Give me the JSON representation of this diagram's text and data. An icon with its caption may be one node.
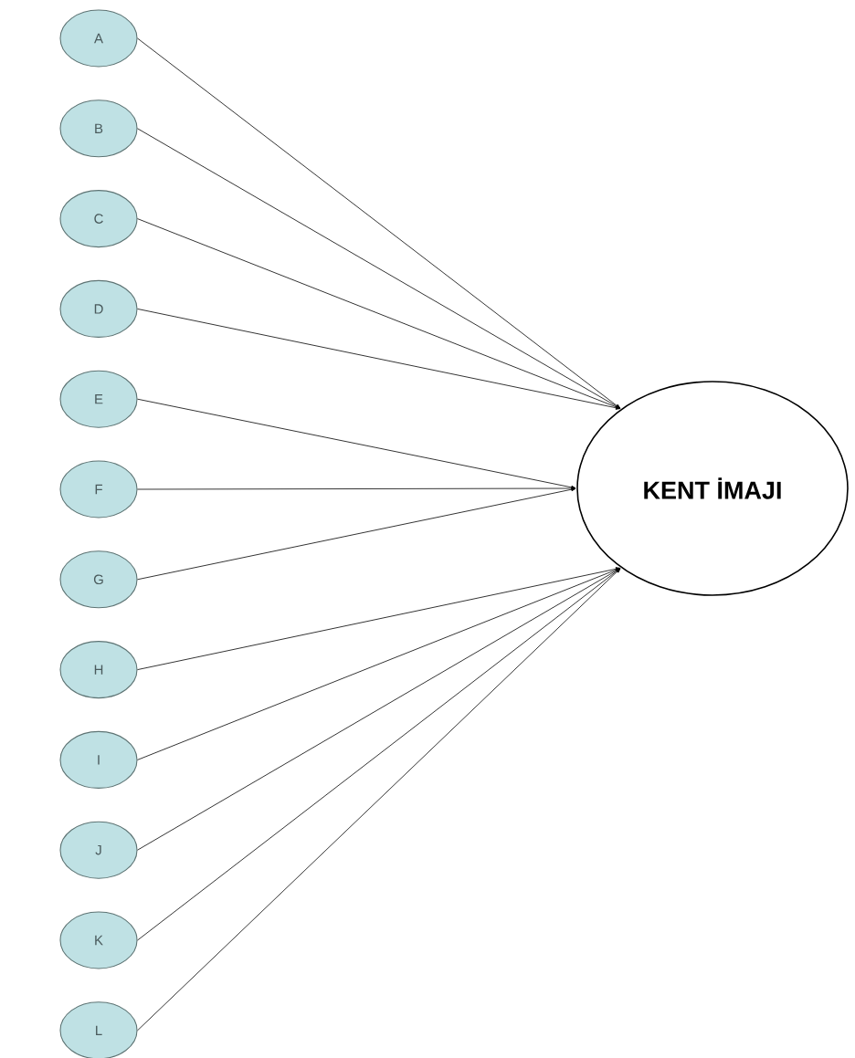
{
  "diagram": {
    "nodes": [
      {
        "text": [
          "A"
        ]
      },
      {
        "text": [
          "B"
        ]
      },
      {
        "text": [
          "C"
        ]
      },
      {
        "text": [
          "D"
        ]
      },
      {
        "text": [
          "E"
        ]
      },
      {
        "text": [
          "F"
        ]
      },
      {
        "text": [
          "G"
        ]
      },
      {
        "text": [
          "H"
        ]
      },
      {
        "text": [
          "I"
        ]
      },
      {
        "text": [
          "J"
        ]
      },
      {
        "text": [
          "K"
        ]
      },
      {
        "text": [
          "L"
        ]
      },
      {
        "text": [
          "KENT İMAJI"
        ]
      }
    ],
    "edges": [
      {
        "from": 0,
        "to": 12,
        "arrow": "to"
      },
      {
        "from": 1,
        "to": 12,
        "arrow": "to"
      },
      {
        "from": 2,
        "to": 12,
        "arrow": "to"
      },
      {
        "from": 3,
        "to": 12,
        "arrow": "to"
      },
      {
        "from": 4,
        "to": 12,
        "arrow": "to"
      },
      {
        "from": 5,
        "to": 12,
        "arrow": "to"
      },
      {
        "from": 6,
        "to": 12,
        "arrow": "to"
      },
      {
        "from": 7,
        "to": 12,
        "arrow": "to"
      },
      {
        "from": 8,
        "to": 12,
        "arrow": "to"
      },
      {
        "from": 9,
        "to": 12,
        "arrow": "to"
      },
      {
        "from": 10,
        "to": 12,
        "arrow": "to"
      },
      {
        "from": 11,
        "to": 12,
        "arrow": "to"
      }
    ]
  }
}
